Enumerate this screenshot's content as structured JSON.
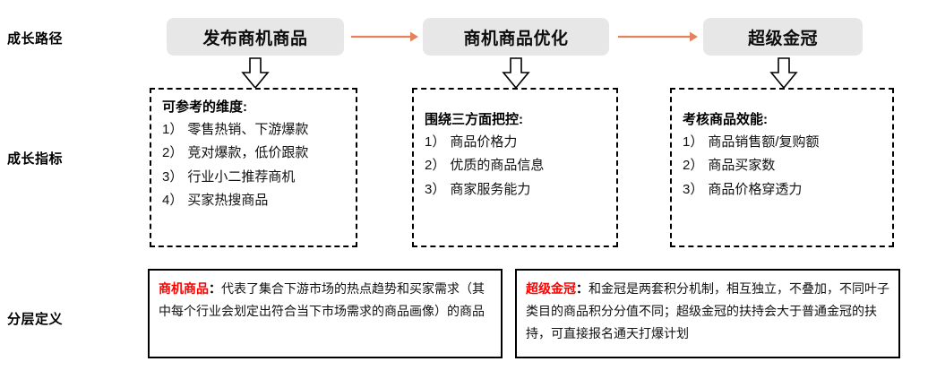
{
  "diagram": {
    "title_hidden": "",
    "accent_arrow_color": "#e2835c",
    "stage_box_bg": "#e7e7e7",
    "term_color": "#ff0000"
  },
  "row_labels": [
    {
      "id": "growth-path",
      "text": "成长路径"
    },
    {
      "id": "growth-metrics",
      "text": "成长指标"
    },
    {
      "id": "tier-definition",
      "text": "分层定义"
    }
  ],
  "stages": [
    {
      "id": "stage-1",
      "label": "发布商机商品"
    },
    {
      "id": "stage-2",
      "label": "商机商品优化"
    },
    {
      "id": "stage-3",
      "label": "超级金冠"
    }
  ],
  "metric_panels": [
    {
      "id": "panel-1",
      "title": "可参考的维度:",
      "items": [
        {
          "num": "1）",
          "text": "零售热销、下游爆款"
        },
        {
          "num": "2）",
          "text": "竞对爆款，低价跟款"
        },
        {
          "num": "3）",
          "text": "行业小二推荐商机"
        },
        {
          "num": "4）",
          "text": "买家热搜商品"
        }
      ]
    },
    {
      "id": "panel-2",
      "title": "围绕三方面把控:",
      "items": [
        {
          "num": "1）",
          "text": "商品价格力"
        },
        {
          "num": "2）",
          "text": "优质的商品信息"
        },
        {
          "num": "3）",
          "text": "商家服务能力"
        }
      ]
    },
    {
      "id": "panel-3",
      "title": "考核商品效能:",
      "items": [
        {
          "num": "1）",
          "text": "商品销售额/复购额"
        },
        {
          "num": "2）",
          "text": "商品买家数"
        },
        {
          "num": "3）",
          "text": "商品价格穿透力"
        }
      ]
    }
  ],
  "definitions": [
    {
      "id": "definition-1",
      "term": "商机商品",
      "colon": "：",
      "body": "代表了集合下游市场的热点趋势和买家需求（其中每个行业会划定出符合当下市场需求的商品画像）的商品"
    },
    {
      "id": "definition-2",
      "term": "超级金冠",
      "colon": "：",
      "body": "和金冠是两套积分机制，相互独立，不叠加，不同叶子类目的商品积分分值不同；超级金冠的扶持会大于普通金冠的扶持，可直接报名通天打爆计划"
    }
  ]
}
